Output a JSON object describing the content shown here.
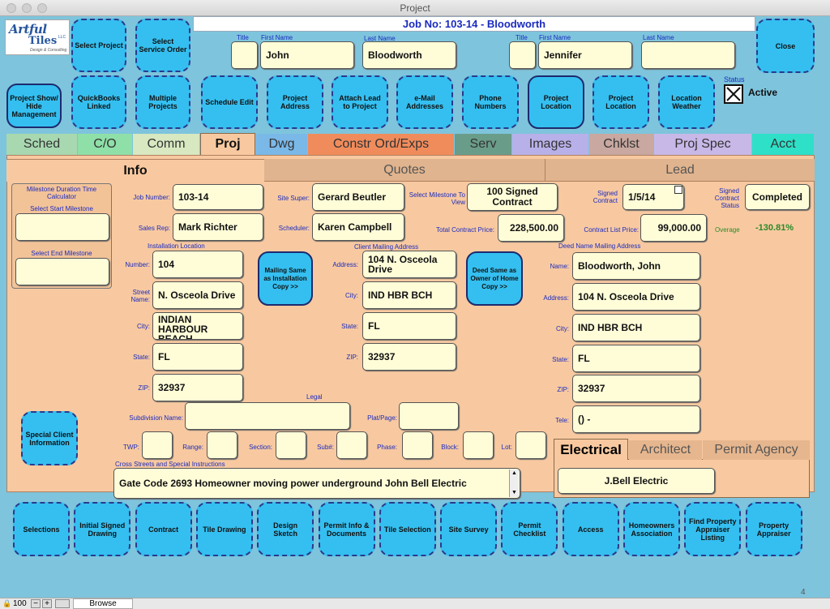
{
  "window": {
    "title": "Project",
    "job_title": "Job No: 103-14 - Bloodworth",
    "page_number": "4"
  },
  "logo": {
    "text": "Artful Tiles",
    "sub": "Design & Consulting",
    "llc": "LLC"
  },
  "header": {
    "select_project": "Select Project",
    "select_service_order": "Select Service Order",
    "close": "Close",
    "name1": {
      "title_label": "Title",
      "first_label": "First Name",
      "last_label": "Last Name",
      "title": "",
      "first": "John",
      "last": "Bloodworth"
    },
    "name2": {
      "title_label": "Title",
      "first_label": "First Name",
      "last_label": "Last Name",
      "title": "",
      "first": "Jennifer",
      "last": ""
    }
  },
  "toolbar": [
    "Project Show/ Hide Management",
    "QuickBooks Linked",
    "Multiple Projects",
    "Schedule Edit",
    "Project Address",
    "Attach Lead to Project",
    "e-Mail Addresses",
    "Phone Numbers",
    "Project Location",
    "Project Location",
    "Location Weather"
  ],
  "status": {
    "label": "Status",
    "value": "Active",
    "checked": true
  },
  "tabs": [
    {
      "label": "Sched",
      "color": "#a8d8b0"
    },
    {
      "label": "C/O",
      "color": "#8ee0a8"
    },
    {
      "label": "Comm",
      "color": "#d8e8c0"
    },
    {
      "label": "Proj",
      "color": "#f8c9a0"
    },
    {
      "label": "Dwg",
      "color": "#7ab8e8"
    },
    {
      "label": "Constr Ord/Exps",
      "color": "#f08c5c"
    },
    {
      "label": "Serv",
      "color": "#6a9c8a"
    },
    {
      "label": "Images",
      "color": "#b8b0e8"
    },
    {
      "label": "Chklst",
      "color": "#c8a8a0"
    },
    {
      "label": "Proj Spec",
      "color": "#c8b8e8"
    },
    {
      "label": "Acct",
      "color": "#2ee0c8"
    }
  ],
  "subtabs": [
    "Info",
    "Quotes",
    "Lead"
  ],
  "milestone": {
    "title": "Milestone Duration Time Calculator",
    "start_label": "Select Start Milestone",
    "end_label": "Select End Milestone",
    "start": "",
    "end": ""
  },
  "job": {
    "job_number_label": "Job Number:",
    "job_number": "103-14",
    "site_super_label": "Site Super:",
    "site_super": "Gerard Beutler",
    "milestone_view_label": "Select Milestone To View",
    "milestone_view": "100 Signed Contract",
    "signed_contract_label": "Signed Contract",
    "signed_contract": "1/5/14",
    "contract_status_label": "Signed Contract Status",
    "contract_status": "Completed",
    "sales_rep_label": "Sales Rep:",
    "sales_rep": "Mark Richter",
    "scheduler_label": "Scheduler:",
    "scheduler": "Karen Campbell",
    "total_price_label": "Total Contract Price:",
    "total_price": "228,500.00",
    "list_price_label": "Contract List Price:",
    "list_price": "99,000.00",
    "overage_label": "Overage",
    "overage": "-130.81%"
  },
  "install": {
    "title": "Installation Location",
    "number_label": "Number:",
    "number": "104",
    "street_label": "Street Name:",
    "street": "N. Osceola Drive",
    "city_label": "City:",
    "city": "INDIAN HARBOUR BEACH",
    "state_label": "State:",
    "state": "FL",
    "zip_label": "ZIP:",
    "zip": "32937"
  },
  "mailing_copy": "Mailing Same as Installation Copy >>",
  "client": {
    "title": "Client Mailing Address",
    "address_label": "Address:",
    "address": "104 N. Osceola Drive",
    "city_label": "City:",
    "city": "IND HBR BCH",
    "state_label": "State:",
    "state": "FL",
    "zip_label": "ZIP:",
    "zip": "32937"
  },
  "deed_copy": "Deed Same as Owner of Home Copy >>",
  "deed": {
    "title": "Deed Name Mailing Address",
    "name_label": "Name:",
    "name": "Bloodworth, John",
    "address_label": "Address:",
    "address": "104 N. Osceola Drive",
    "city_label": "City:",
    "city": "IND HBR BCH",
    "state_label": "State:",
    "state": "FL",
    "zip_label": "ZIP:",
    "zip": "32937",
    "tele_label": "Tele:",
    "tele": "() -"
  },
  "special_client": "Special Client Information",
  "legal": {
    "title": "Legal",
    "subdivision_label": "Subdivision Name:",
    "plat_label": "Plat/Page:",
    "twp_label": "TWP:",
    "range_label": "Range:",
    "section_label": "Section:",
    "sub_label": "Sub#:",
    "phase_label": "Phase:",
    "block_label": "Block:",
    "lot_label": "Lot:"
  },
  "cross": {
    "label": "Cross Streets and Special Instructions",
    "text": "Gate Code 2693     Homeowner moving power underground John Bell Electric"
  },
  "contacts": {
    "tabs": [
      "Electrical",
      "Architect",
      "Permit Agency"
    ],
    "value": "J.Bell Electric"
  },
  "bottom_buttons": [
    "Selections",
    "Initial Signed Drawing",
    "Contract",
    "Tile Drawing",
    "Design Sketch",
    "Permit Info & Documents",
    "Tile Selection",
    "Site Survey",
    "Permit Checklist",
    "Access",
    "Homeowners Association",
    "Find Property Appraiser Listing",
    "Property Appraiser"
  ],
  "statusbar": {
    "zoom": "100",
    "mode": "Browse"
  }
}
